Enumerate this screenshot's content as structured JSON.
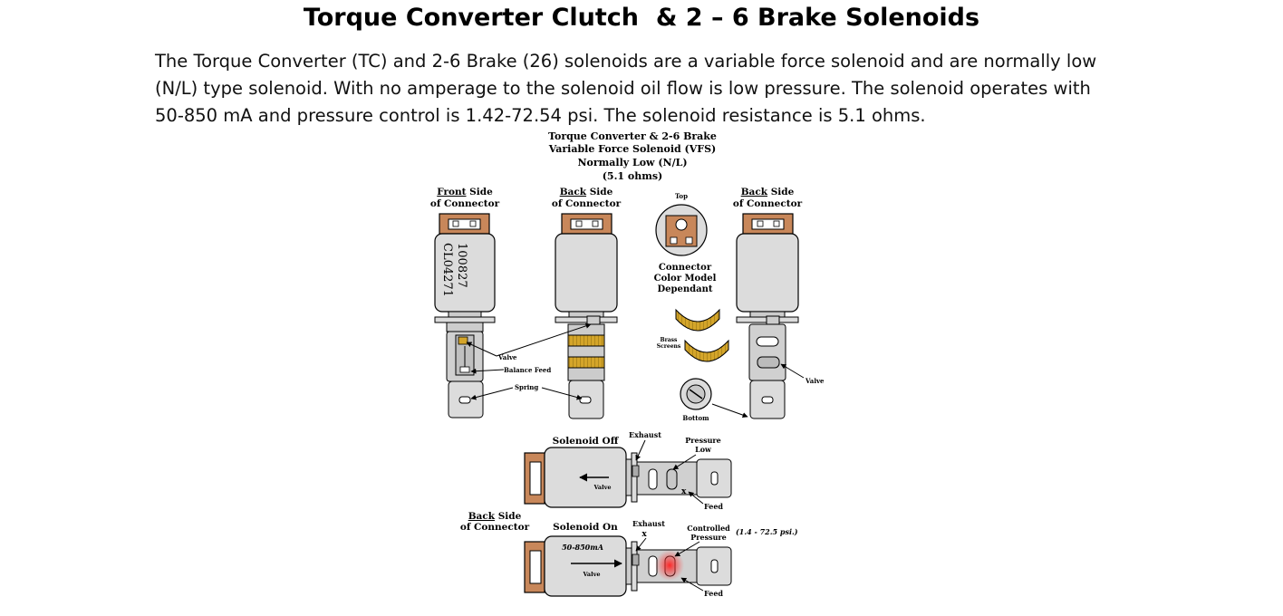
{
  "slide": {
    "title": "Torque Converter Clutch  & 2 – 6 Brake Solenoids",
    "body_lines": [
      "The Torque Converter (TC) and 2-6 Brake (26) solenoids are a variable force solenoid and are normally low",
      "(N/L) type solenoid. With no amperage to the solenoid oil flow is low pressure. The solenoid operates with",
      "50-850 mA and pressure control is 1.42-72.54 psi. The solenoid resistance is 5.1 ohms."
    ]
  },
  "diagram": {
    "header": {
      "line1": "Torque Converter & 2-6 Brake",
      "line2": "Variable Force Solenoid (VFS)",
      "line3": "Normally Low (N/L)",
      "line4": "(5.1 ohms)"
    },
    "view_front": {
      "word": "Front",
      "rest": " Side",
      "line2": "of Connector"
    },
    "view_back_1": {
      "word": "Back",
      "rest": " Side",
      "line2": "of Connector"
    },
    "view_back_2": {
      "word": "Back",
      "rest": " Side",
      "line2": "of Connector"
    },
    "part_number_1": "100827",
    "part_number_2": "CL04271",
    "top_label": "Top",
    "connector_note": [
      "Connector",
      "Color Model",
      "Dependant"
    ],
    "brass_screens": [
      "Brass",
      "Screens"
    ],
    "bottom_label": "Bottom",
    "callouts": {
      "valve": "Valve",
      "balance_feed": "Balance Feed",
      "spring": "Spring",
      "valve_right": "Valve"
    },
    "lower": {
      "off_title": "Solenoid Off",
      "off_exhaust": "Exhaust",
      "off_pressure": [
        "Pressure",
        "Low"
      ],
      "off_feed": "Feed",
      "off_valve": "Valve",
      "back_side": {
        "word": "Back",
        "rest": " Side",
        "line2": "of Connector"
      },
      "on_title": "Solenoid On",
      "on_current": "50-850mA",
      "on_exhaust": "Exhaust",
      "on_pressure": [
        "Controlled",
        "Pressure"
      ],
      "on_range": "(1.4 - 72.5 psi.)",
      "on_feed": "Feed",
      "on_valve": "Valve",
      "x_mark": "x"
    },
    "colors": {
      "connector": "#c8875a",
      "body": "#dcdcdc",
      "brass": "#d4a52a",
      "controlled_pressure": "#e53030"
    }
  }
}
